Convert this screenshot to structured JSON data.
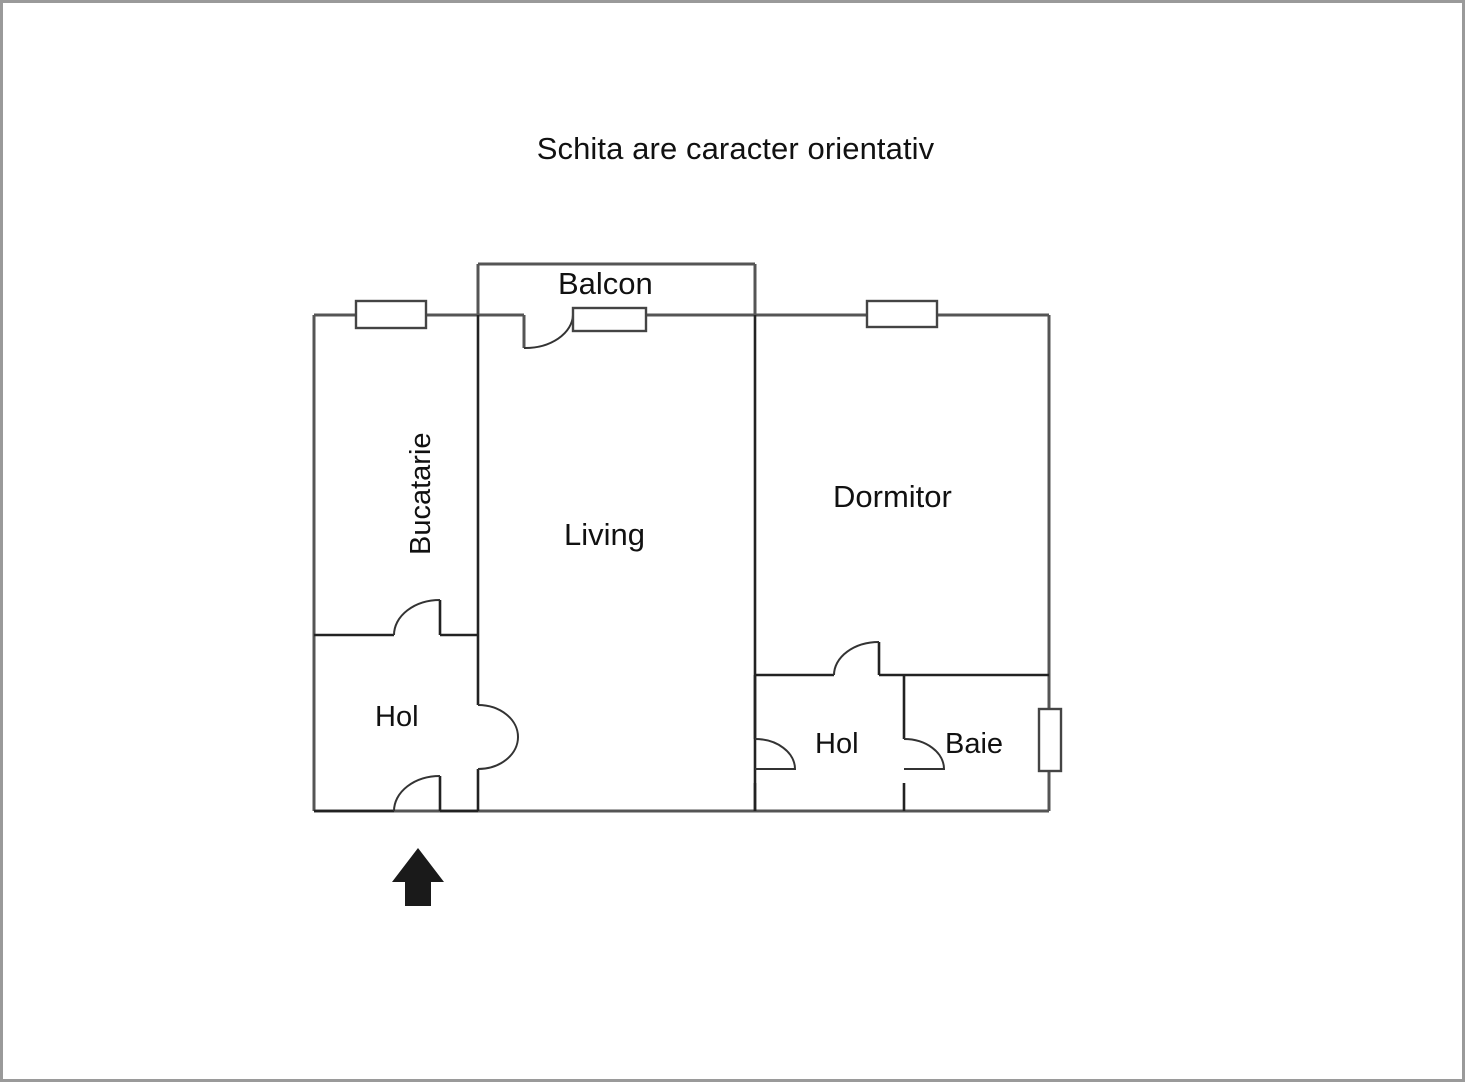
{
  "document": {
    "title_note": "Schita are caracter orientativ",
    "border_color": "#9a9a9a",
    "background_color": "#ffffff",
    "wall_color": "#555555",
    "interior_wall_color": "#222222",
    "arrow_color": "#1a1a1a"
  },
  "floorplan": {
    "rooms": [
      {
        "id": "balcon",
        "label": "Balcon",
        "orientation": "horizontal"
      },
      {
        "id": "bucatarie",
        "label": "Bucatarie",
        "orientation": "vertical"
      },
      {
        "id": "living",
        "label": "Living",
        "orientation": "horizontal"
      },
      {
        "id": "dormitor",
        "label": "Dormitor",
        "orientation": "horizontal"
      },
      {
        "id": "hol_left",
        "label": "Hol",
        "orientation": "horizontal"
      },
      {
        "id": "hol_right",
        "label": "Hol",
        "orientation": "horizontal"
      },
      {
        "id": "baie",
        "label": "Baie",
        "orientation": "horizontal"
      }
    ],
    "windows": [
      {
        "id": "window-bucatarie",
        "wall": "north",
        "orientation": "horizontal"
      },
      {
        "id": "window-balcon",
        "wall": "north",
        "orientation": "horizontal"
      },
      {
        "id": "window-dormitor",
        "wall": "north",
        "orientation": "horizontal"
      },
      {
        "id": "window-baie",
        "wall": "east",
        "orientation": "vertical"
      }
    ],
    "doors": [
      {
        "id": "door-balcon-living",
        "swing": "left"
      },
      {
        "id": "door-bucatarie-hol",
        "swing": "left"
      },
      {
        "id": "door-hol-living",
        "swing": "right"
      },
      {
        "id": "door-entrance",
        "swing": "left"
      },
      {
        "id": "door-dormitor-hol",
        "swing": "left"
      },
      {
        "id": "door-hol-right-west",
        "swing": "left"
      },
      {
        "id": "door-hol-baie",
        "swing": "left"
      }
    ],
    "entrance_marker": {
      "id": "entrance-arrow",
      "direction": "up"
    }
  }
}
